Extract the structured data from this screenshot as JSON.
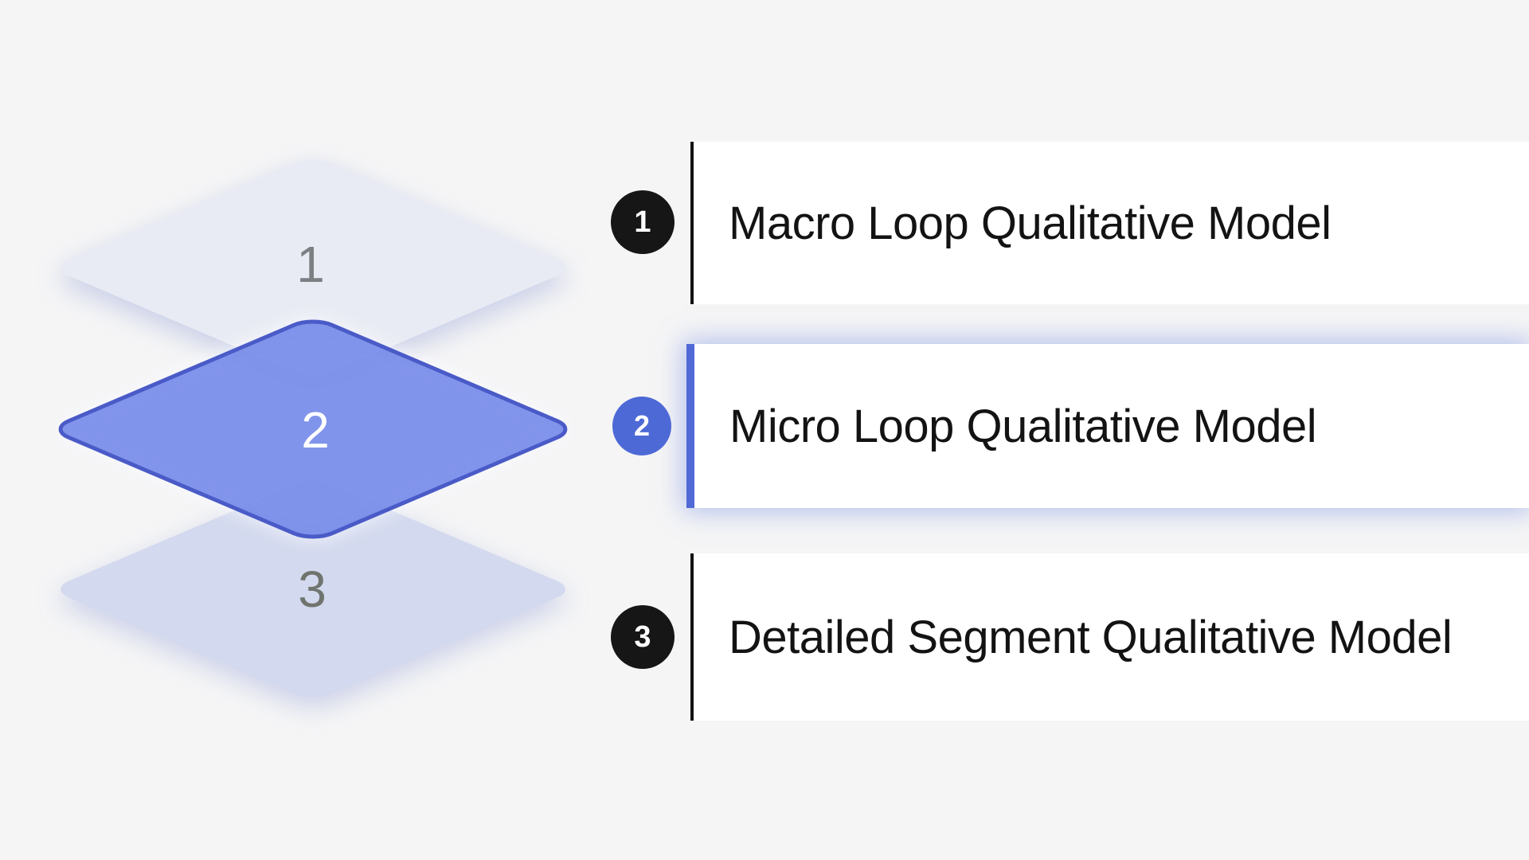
{
  "background": "#F5F5F6",
  "accent": "#4D69D6",
  "diagram": {
    "layers": [
      {
        "number": "1",
        "fill": "#E9EBF4",
        "number_color": "#7B7F82",
        "selected": false
      },
      {
        "number": "2",
        "fill": "rgba(102,126,231,0.82)",
        "stroke": "#4A5BC8",
        "number_color": "#FFFFFF",
        "selected": true
      },
      {
        "number": "3",
        "fill": "#D3D9EE",
        "number_color": "#70746F",
        "selected": false
      }
    ]
  },
  "steps": [
    {
      "number": "1",
      "label": "Macro Loop Qualitative Model",
      "selected": false,
      "badge_bg": "#161616",
      "rule_color": "#121212"
    },
    {
      "number": "2",
      "label": "Micro Loop Qualitative Model",
      "selected": true,
      "badge_bg": "#4D69D6",
      "rule_color": "#5069D6"
    },
    {
      "number": "3",
      "label": "Detailed Segment Qualitative Model",
      "selected": false,
      "badge_bg": "#161616",
      "rule_color": "#121212"
    }
  ],
  "text_color": "#131313"
}
